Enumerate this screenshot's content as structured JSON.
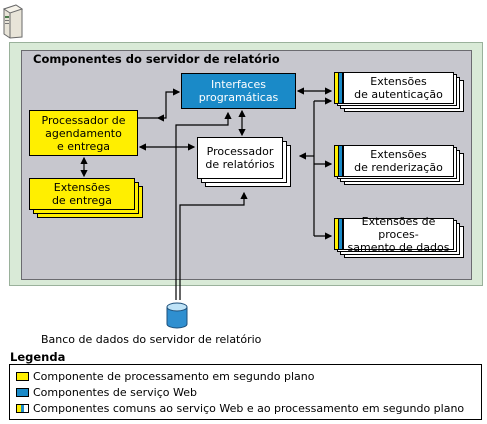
{
  "diagram": {
    "panel_title": "Componentes do servidor de relatório",
    "boxes": {
      "interfaces": [
        "Interfaces",
        "programáticas"
      ],
      "scheduling": [
        "Processador de",
        "agendamento",
        "e entrega"
      ],
      "delivery": [
        "Extensões",
        "de entrega"
      ],
      "report_processor": [
        "Processador",
        "de relatórios"
      ],
      "auth": [
        "Extensões",
        "de autenticação"
      ],
      "render": [
        "Extensões",
        "de renderização"
      ],
      "data": [
        "Extensões de proces-",
        "samento de dados"
      ]
    },
    "database_label": "Banco de dados do servidor de relatório"
  },
  "legend": {
    "title": "Legenda",
    "items": [
      "Componente de processamento em segundo plano",
      "Componentes de serviço Web",
      "Componentes comuns ao serviço Web e ao processamento em segundo plano"
    ]
  },
  "colors": {
    "background_processing": "#ffef00",
    "web_service": "#1a8ac8",
    "common": "#ffffff",
    "outer_panel": "#d9ead7",
    "inner_panel": "#c7c7ce"
  }
}
